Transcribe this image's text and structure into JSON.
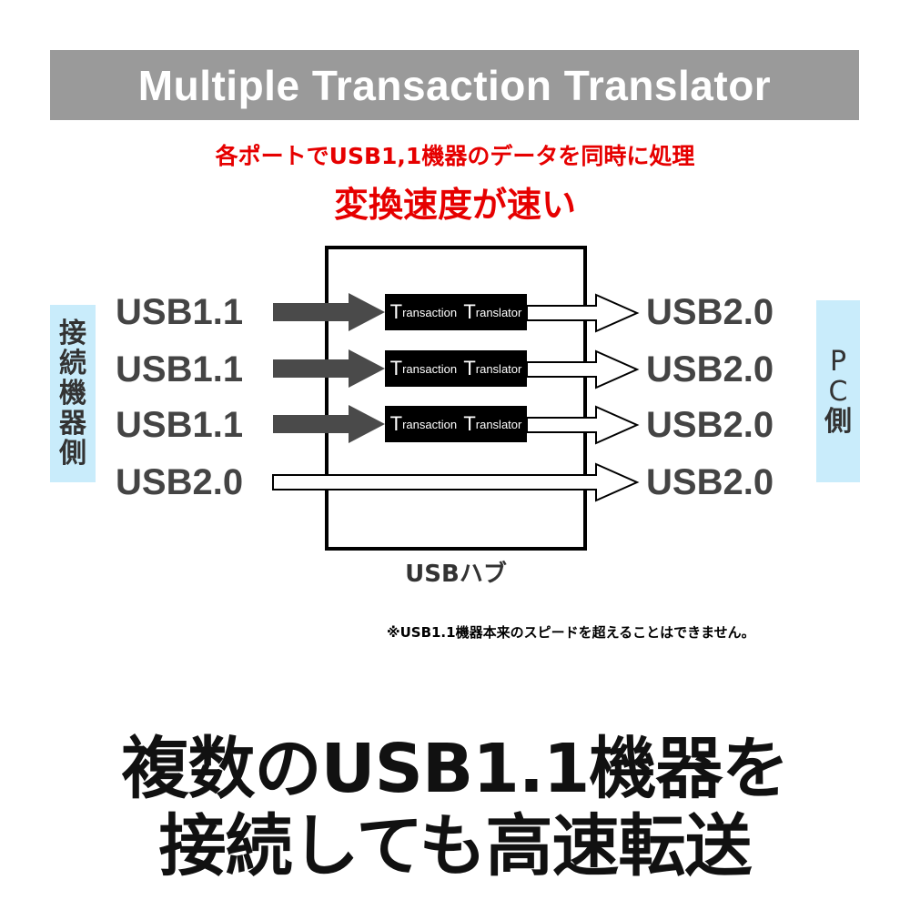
{
  "title": "Multiple Transaction Translator",
  "subtitle_line1": "各ポートでUSB1,1機器のデータを同時に処理",
  "subtitle_line2": "変換速度が速い",
  "left_side_label": [
    "接",
    "続",
    "機",
    "器",
    "側"
  ],
  "right_side_label": [
    "P",
    "C",
    "側"
  ],
  "inputs": [
    "USB1.1",
    "USB1.1",
    "USB1.1",
    "USB2.0"
  ],
  "outputs": [
    "USB2.0",
    "USB2.0",
    "USB2.0",
    "USB2.0"
  ],
  "translator_label": {
    "initial1": "T",
    "rest1": "ransaction",
    "initial2": "T",
    "rest2": "ranslator"
  },
  "hub_label": "USBハブ",
  "note": "※USB1.1機器本来のスピードを超えることはできません。",
  "headline_line1": "複数のUSB1.1機器を",
  "headline_line2": "接続しても高速転送",
  "colors": {
    "title_bar": "#9a9a9a",
    "accent_red": "#e60000",
    "side_box": "#c9ecfb",
    "dark_arrow": "#4a4a4a"
  }
}
